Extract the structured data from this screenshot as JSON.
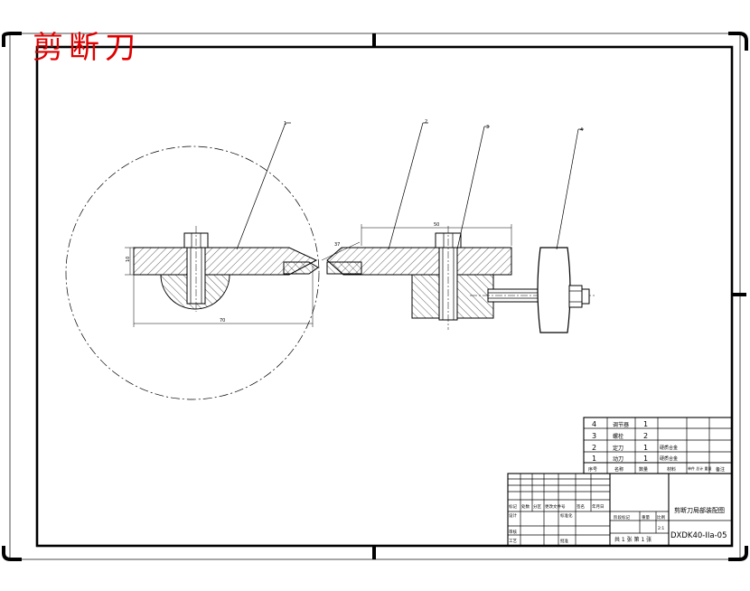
{
  "title": "剪断刀",
  "dimensions": {
    "d10": "10",
    "d70": "70",
    "d50": "50",
    "d37": "37"
  },
  "leaders": [
    "1",
    "2",
    "3",
    "4"
  ],
  "parts_list": [
    {
      "no": "4",
      "name": "调节器",
      "qty": "1",
      "material": ""
    },
    {
      "no": "3",
      "name": "螺栓",
      "qty": "2",
      "material": ""
    },
    {
      "no": "2",
      "name": "定刀",
      "qty": "1",
      "material": "硬质合金"
    },
    {
      "no": "1",
      "name": "动刀",
      "qty": "1",
      "material": "硬质合金"
    }
  ],
  "parts_header": {
    "no": "序号",
    "name": "名称",
    "qty": "数量",
    "material": "材料",
    "weight": "单件 总计 重量",
    "remark": "备注"
  },
  "title_block": {
    "drawing_name": "剪断刀局部装配图",
    "drawing_code": "DXDK40-IIa-05",
    "scale_value": "2:1",
    "sheet_info": "共 1 张  第 1 张",
    "row_labels": [
      "标记",
      "处数",
      "分区",
      "更改文件号",
      "签名",
      "年月日"
    ],
    "designer": "设计",
    "standardized": "标准化",
    "stage_mark": "阶段标记",
    "weight": "重量",
    "scale": "比例",
    "checker": "审核",
    "process": "工艺",
    "approve": "批准"
  }
}
